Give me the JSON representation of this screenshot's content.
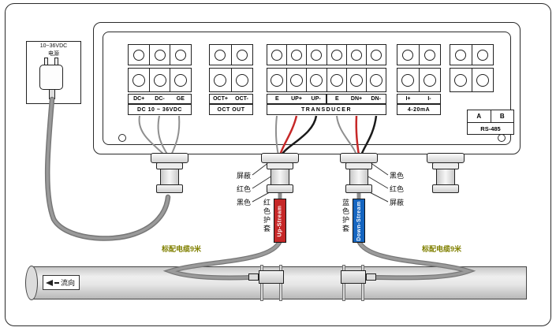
{
  "diagram": {
    "power_box": {
      "line1": "10~36VDC",
      "line2": "电源"
    },
    "terminal_groups": [
      {
        "name": "power",
        "labels": [
          "DC+",
          "DC-",
          "GE"
        ],
        "desc": "DC 10 ~ 36VDC"
      },
      {
        "name": "oct",
        "labels": [
          "OCT+",
          "OCT-"
        ],
        "desc": "OCT OUT"
      },
      {
        "name": "transducer",
        "labels": [
          "E",
          "UP+",
          "UP-",
          "E",
          "DN+",
          "DN-"
        ],
        "desc": "TRANSDUCER"
      },
      {
        "name": "current-loop",
        "labels": [
          "I+",
          "I-"
        ],
        "desc": "4-20mA"
      },
      {
        "name": "rs485",
        "labels": [
          "A",
          "B"
        ],
        "desc": "RS-485"
      }
    ],
    "wire_labels_left": [
      "屏蔽",
      "红色",
      "黑色"
    ],
    "wire_labels_right": [
      "黑色",
      "红色",
      "屏蔽"
    ],
    "cable_label_left": "标配电缆9米",
    "cable_label_right": "标配电缆9米",
    "red_sleeve_label": "红色护套",
    "blue_sleeve_label": "蓝色护套",
    "upstream_label": "Up-Stream",
    "downstream_label": "Down-Stream",
    "flow_label": "流向",
    "colors": {
      "red_sleeve": "#c62828",
      "blue_sleeve": "#1565c0",
      "red_wire": "#c62828",
      "black_wire": "#1a1a1a",
      "shield_wire": "#8f8f8f",
      "cable_gray": "#9a9a9a",
      "note_text": "#808000"
    }
  }
}
